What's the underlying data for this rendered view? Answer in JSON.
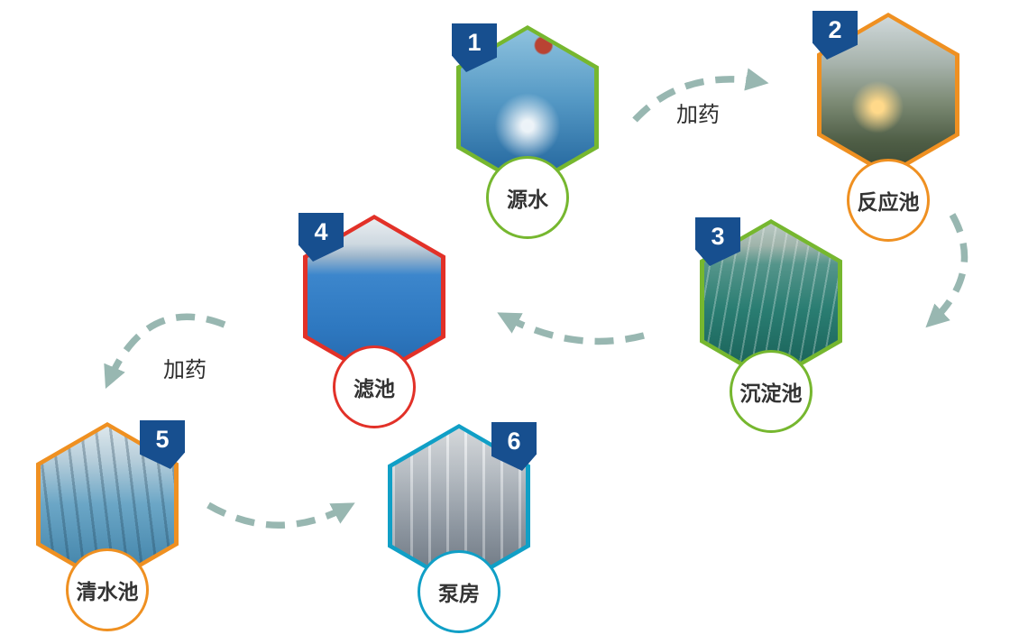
{
  "diagram": {
    "type": "process-flow",
    "background": "#ffffff",
    "badge_color": "#174f8f",
    "arrow_color": "#98b7b1",
    "label_text_color": "#333333",
    "nodes": [
      {
        "step": "1",
        "label": "源水",
        "color": "#76b72f",
        "photo": "water-splash"
      },
      {
        "step": "2",
        "label": "反应池",
        "color": "#ef9021",
        "photo": "reaction-pool-aerial"
      },
      {
        "step": "3",
        "label": "沉淀池",
        "color": "#76b72f",
        "photo": "sedimentation-tank-lanes"
      },
      {
        "step": "4",
        "label": "滤池",
        "color": "#e23128",
        "photo": "filter-hall-blue-floor"
      },
      {
        "step": "5",
        "label": "清水池",
        "color": "#ef9021",
        "photo": "clear-water-channels"
      },
      {
        "step": "6",
        "label": "泵房",
        "color": "#109fc6",
        "photo": "pump-room-machinery"
      }
    ],
    "arrows": [
      {
        "from": "源水",
        "to": "反应池",
        "label": "加药"
      },
      {
        "from": "反应池",
        "to": "沉淀池",
        "label": ""
      },
      {
        "from": "沉淀池",
        "to": "滤池",
        "label": ""
      },
      {
        "from": "滤池",
        "to": "清水池",
        "label": "加药"
      },
      {
        "from": "清水池",
        "to": "泵房",
        "label": ""
      }
    ]
  }
}
